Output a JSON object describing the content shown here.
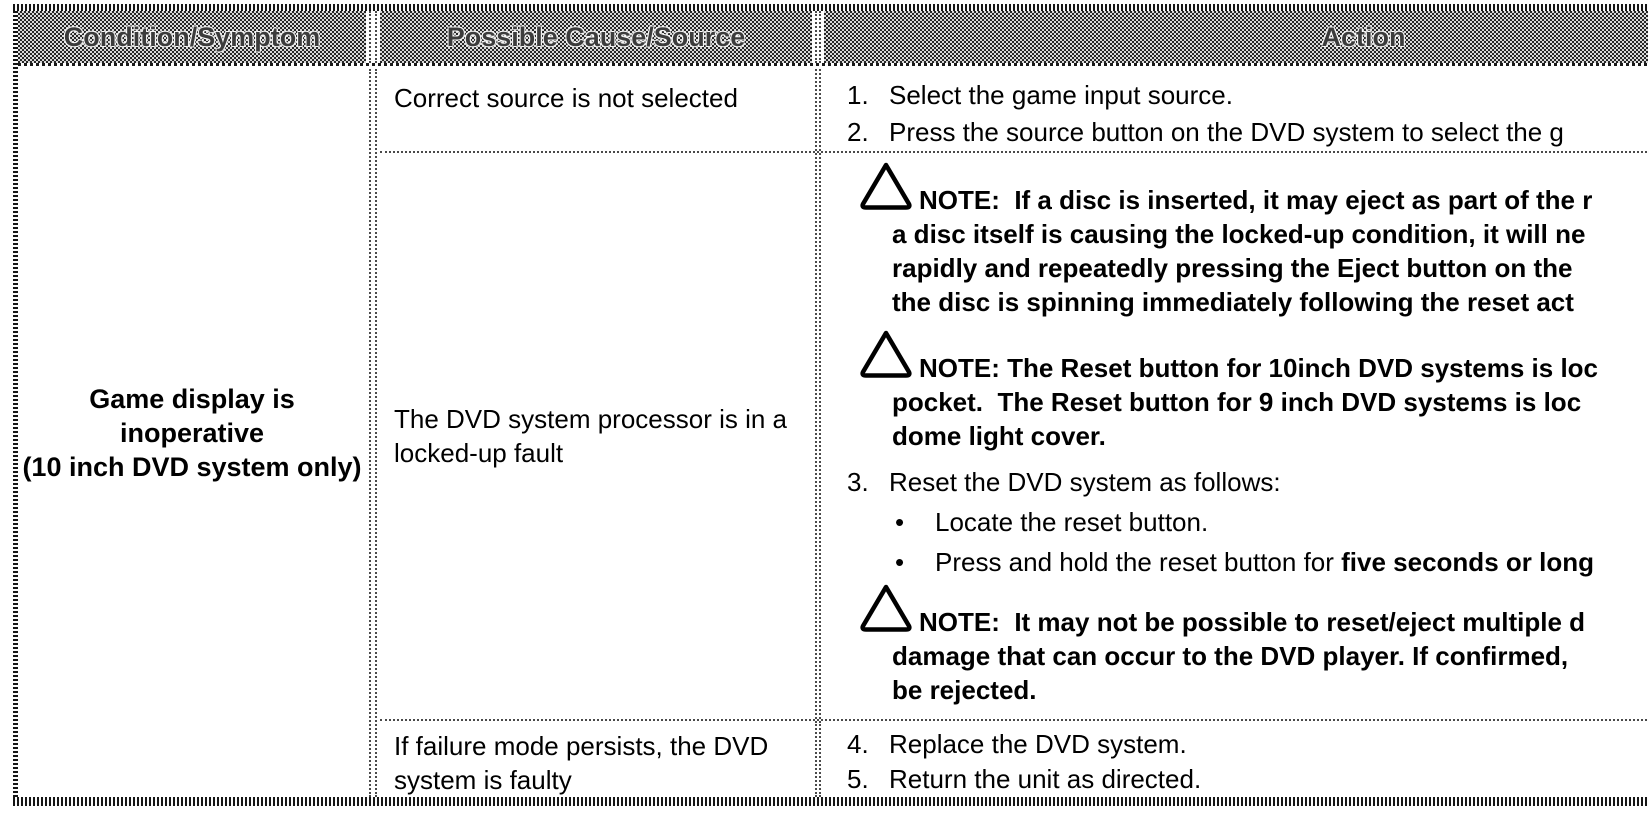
{
  "colors": {
    "header_dither_dark": "#262626",
    "header_dither_light": "#d9d9d9",
    "border_dotted": "#4a4a4a",
    "text": "#000000"
  },
  "icons": {
    "note_triangle": "warning-triangle"
  },
  "table": {
    "headers": {
      "condition": "Condition/Symptom",
      "cause": "Possible Cause/Source",
      "action": "Action"
    },
    "condition_cell": {
      "line1": "Game display is",
      "line2": "inoperative",
      "line3": "(10 inch DVD system only)"
    },
    "rows": [
      {
        "cause": "Correct source is not selected",
        "steps": [
          {
            "num": "1.",
            "text": "Select the game input source."
          },
          {
            "num": "2.",
            "text": "Press the source button on the DVD system to select the g"
          }
        ]
      },
      {
        "cause": "The DVD system processor is in a locked-up fault",
        "note1_lines": [
          "NOTE:  If a disc is inserted, it may eject as part of the r",
          "a disc itself is causing the locked-up condition, it will ne",
          "rapidly and repeatedly pressing the Eject button on the",
          "the disc is spinning immediately following the reset act"
        ],
        "note2_lines": [
          "NOTE: The Reset button for 10inch DVD systems is loc",
          "pocket.  The Reset button for 9 inch DVD systems is loc",
          "dome light cover."
        ],
        "step3": {
          "num": "3.",
          "text": "Reset the DVD system as follows:"
        },
        "bullet1": {
          "marker": "•",
          "text": "Locate the reset button."
        },
        "bullet2": {
          "marker": "•",
          "prefix": "Press and hold the reset button for ",
          "bold": "five seconds or long"
        },
        "note3_lines": [
          "NOTE:  It may not be possible to reset/eject multiple d",
          "damage that can occur to the DVD player. If confirmed,",
          "be rejected."
        ]
      },
      {
        "cause": "If failure mode persists, the DVD system is faulty",
        "steps": [
          {
            "num": "4.",
            "text": "Replace the DVD system."
          },
          {
            "num": "5.",
            "text": "Return the unit as directed."
          }
        ]
      }
    ]
  }
}
